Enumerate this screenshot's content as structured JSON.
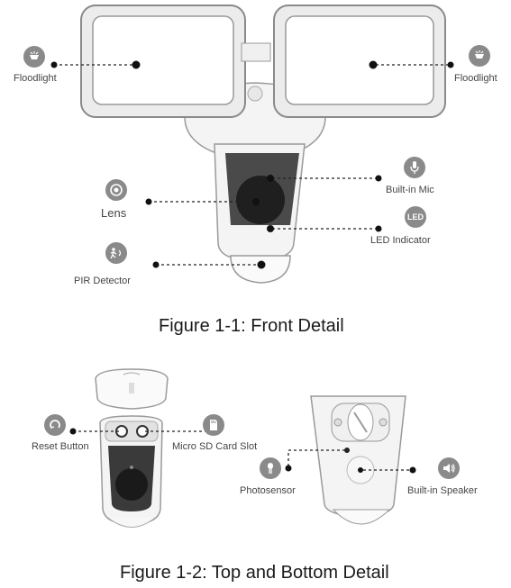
{
  "figure1": {
    "caption": "Figure 1-1: Front Detail",
    "labels": {
      "floodlight_left": "Floodlight",
      "floodlight_right": "Floodlight",
      "lens": "Lens",
      "builtin_mic": "Built-in Mic",
      "led_indicator": "LED Indicator",
      "pir_detector": "PIR Detector"
    },
    "icons": {
      "floodlight": "floodlight-icon",
      "lens": "lens-icon",
      "mic": "microphone-icon",
      "led": "LED",
      "pir": "pir-motion-icon"
    }
  },
  "figure2": {
    "caption": "Figure 1-2: Top and Bottom Detail",
    "labels": {
      "reset_button": "Reset Button",
      "micro_sd": "Micro SD Card Slot",
      "photosensor": "Photosensor",
      "builtin_speaker": "Built-in Speaker"
    },
    "icons": {
      "reset": "reset-icon",
      "sd": "sd-card-icon",
      "photosensor": "photosensor-icon",
      "speaker": "speaker-icon"
    }
  },
  "colors": {
    "icon_bg": "#8a8a8a",
    "lens_dark": "#2a2a2a",
    "outline": "#9a9a9a"
  }
}
